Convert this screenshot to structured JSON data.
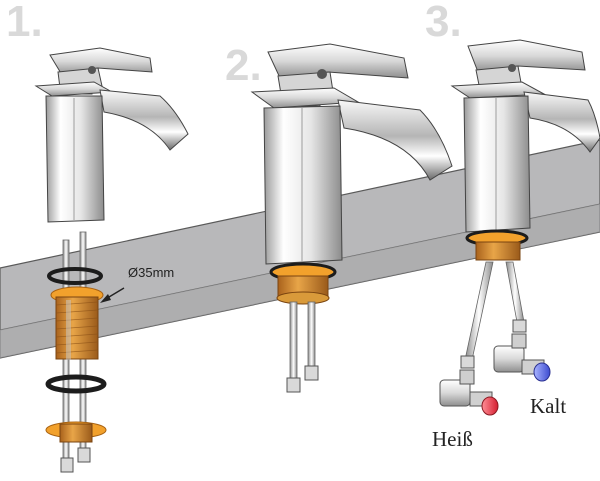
{
  "steps": [
    "1.",
    "2.",
    "3."
  ],
  "dimension_label": "Ø35mm",
  "hot_label": "Heiß",
  "cold_label": "Kalt",
  "colors": {
    "countertop": "#b9b9bb",
    "chrome_light": "#f4f4f4",
    "chrome_dark": "#7f7f7f",
    "thread_brass": "#d99a3a",
    "seal_orange": "#f2a12c",
    "washer_black": "#1c1c1c",
    "hot": "#e03545",
    "cold": "#5a6ee0"
  }
}
